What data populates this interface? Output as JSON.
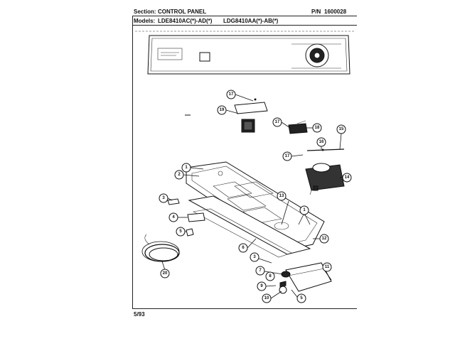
{
  "header": {
    "section_label": "Section:",
    "section_value": "CONTROL PANEL",
    "pn_label": "P/N",
    "pn_value": "1600028",
    "models_label": "Models:",
    "models_value_1": "LDE8410AC(*)-AD(*)",
    "models_value_2": "LDG8410AA(*)-AB(*)"
  },
  "footer": {
    "date": "5/93"
  },
  "callouts": [
    "1",
    "2",
    "3",
    "4",
    "5",
    "6",
    "7",
    "8",
    "9",
    "10",
    "11",
    "12",
    "13",
    "14",
    "15",
    "16",
    "17",
    "18",
    "19",
    "20"
  ]
}
